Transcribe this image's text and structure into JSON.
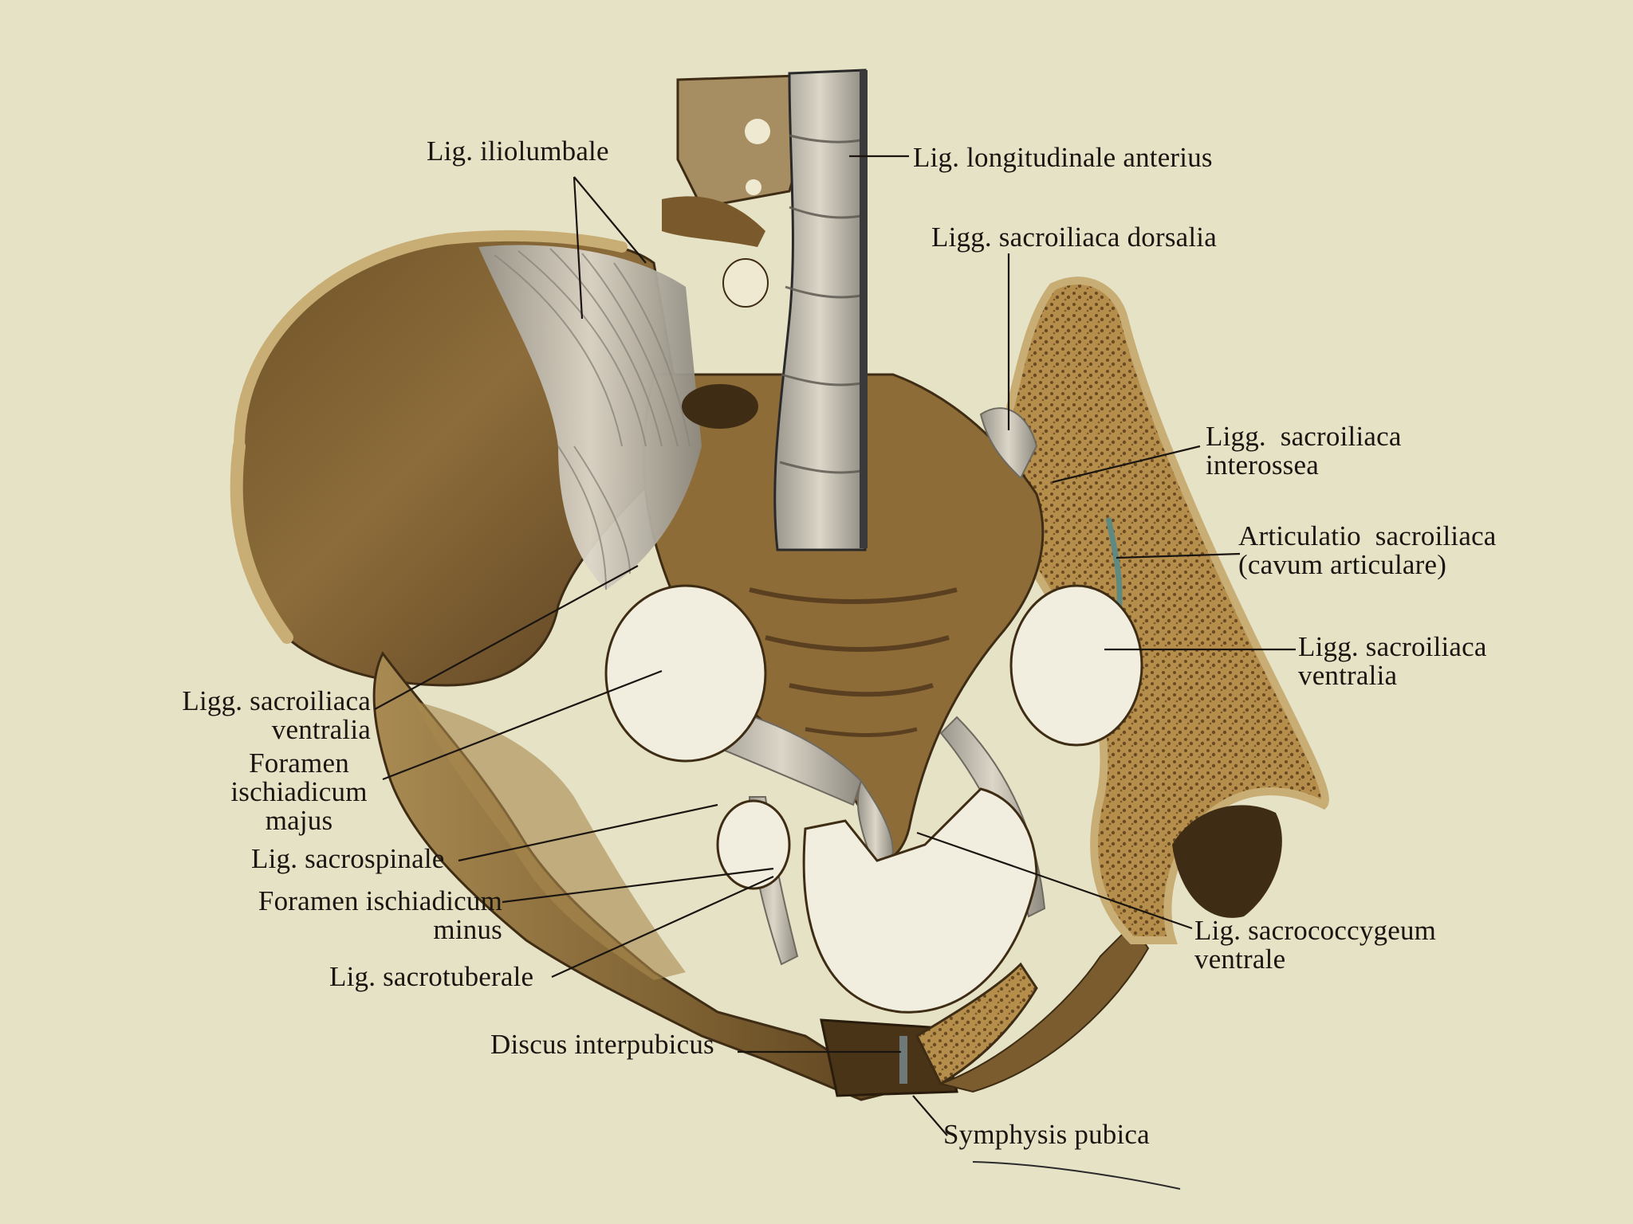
{
  "labels": {
    "lig_iliolumbale": "Lig. iliolumbale",
    "lig_longitudinale_anterius": "Lig. longitudinale anterius",
    "ligg_sacroiliaca_dorsalia": "Ligg. sacroiliaca dorsalia",
    "ligg_sacroiliaca_interossea": "Ligg.  sacroiliaca\ninterossea",
    "articulatio_sacroiliaca": "Articulatio  sacroiliaca\n(cavum articulare)",
    "ligg_sacroiliaca_ventralia_right": "Ligg. sacroiliaca\nventralia",
    "ligg_sacroiliaca_ventralia_left": "Ligg. sacroiliaca\nventralia",
    "foramen_ischiadicum_majus": "Foramen\nischiadicum\nmajus",
    "lig_sacrospinale": "Lig. sacrospinale",
    "foramen_ischiadicum_minus": "Foramen ischiadicum\nminus",
    "lig_sacrotuberale": "Lig. sacrotuberale",
    "discus_interpubicus": "Discus interpubicus",
    "lig_sacrococcygeum_ventrale": "Lig. sacrococcygeum\nventrale",
    "symphysis_pubica": "Symphysis pubica"
  },
  "colors": {
    "paper": "#e6e2c6",
    "bone": "#8a6a38",
    "bone_dark": "#5a4020",
    "bone_light": "#b89a5e",
    "cancellous": "#b08a4a",
    "ligament": "#cfc8b8",
    "ligament_shadow": "#8e8a80",
    "cavity": "#f1eedf",
    "ink": "#1a1510"
  }
}
